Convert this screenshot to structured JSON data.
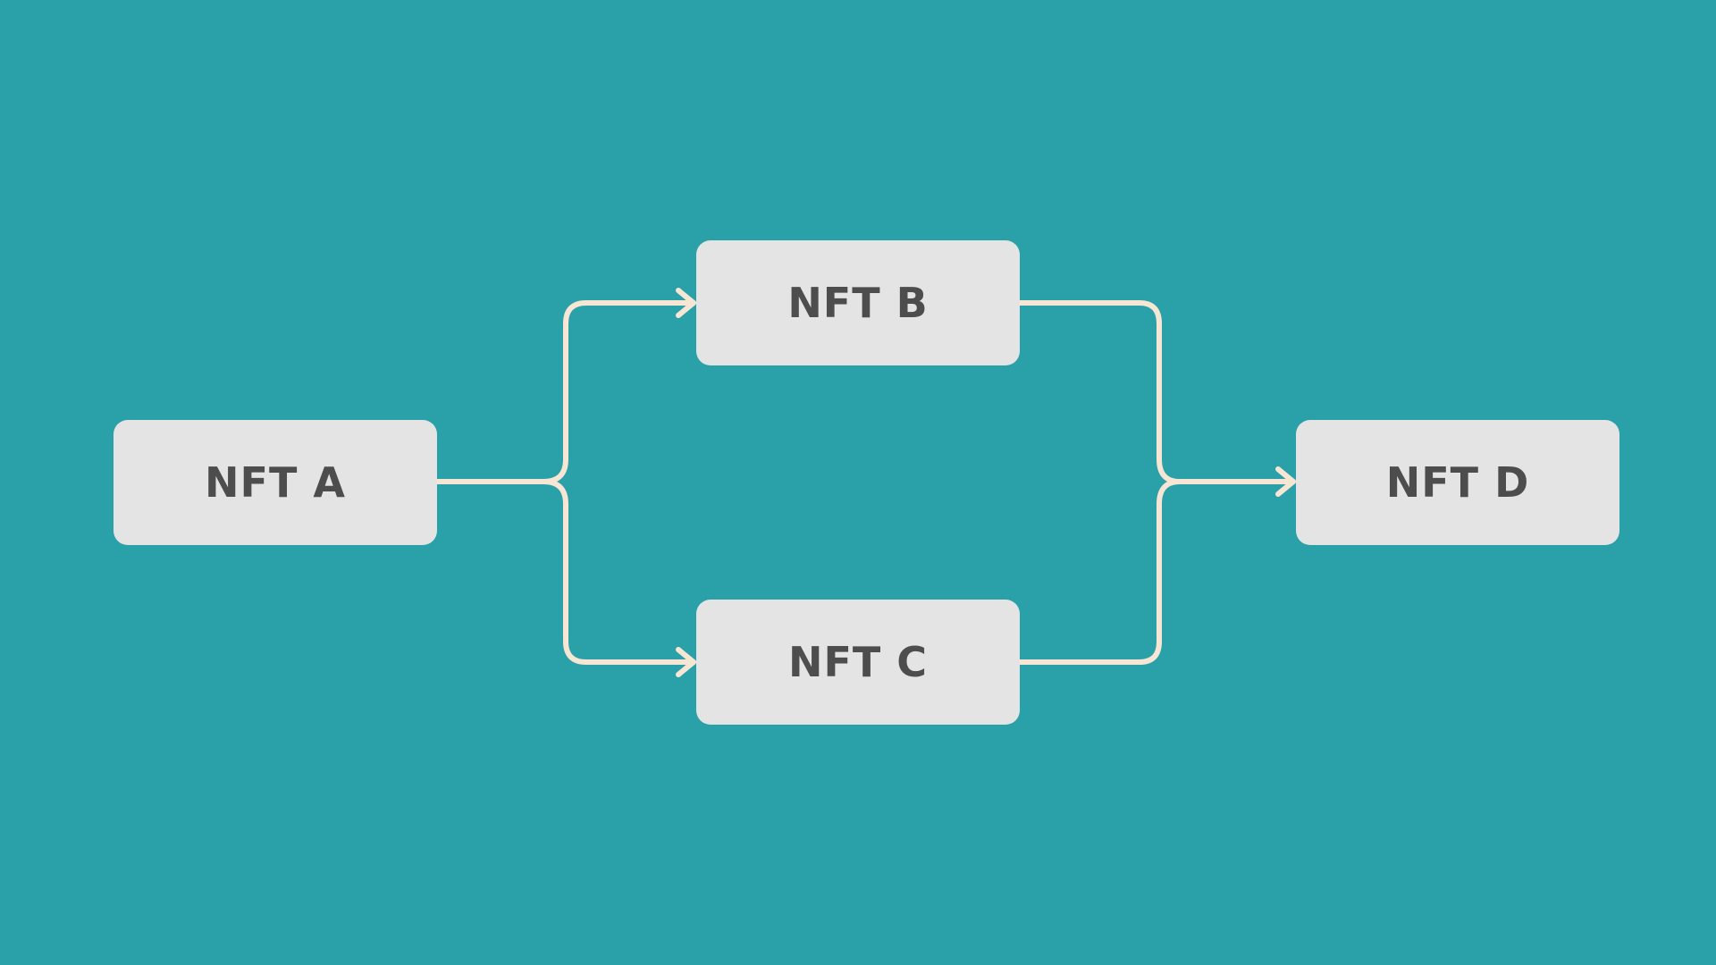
{
  "diagram": {
    "background_color": "#2aa1a9",
    "node_color": "#e4e4e4",
    "text_color": "#4d4d4d",
    "connector_color": "#f7e6d4",
    "nodes": [
      {
        "id": "a",
        "label": "NFT A"
      },
      {
        "id": "b",
        "label": "NFT B"
      },
      {
        "id": "c",
        "label": "NFT C"
      },
      {
        "id": "d",
        "label": "NFT D"
      }
    ],
    "edges": [
      {
        "from": "a",
        "to": "b"
      },
      {
        "from": "a",
        "to": "c"
      },
      {
        "from": "b",
        "to": "d"
      },
      {
        "from": "c",
        "to": "d"
      }
    ]
  }
}
